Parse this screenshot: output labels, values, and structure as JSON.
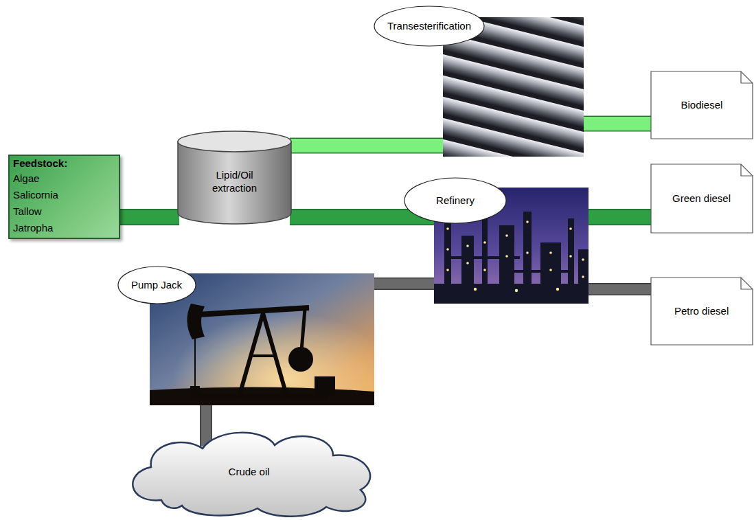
{
  "diagram": {
    "nodes": [
      {
        "text": [
          "Feedstock:",
          "Algae Salicornia Tallow Jatropha"
        ]
      },
      {
        "text": [
          "Lipid/Oil extraction"
        ]
      },
      {
        "text": [
          "Transesterification"
        ]
      },
      {
        "text": [
          "Refinery"
        ]
      },
      {
        "text": [
          "Pump Jack"
        ]
      },
      {
        "text": [
          "Crude oil"
        ]
      },
      {
        "text": [
          "Biodiesel"
        ]
      },
      {
        "text": [
          "Green diesel"
        ]
      },
      {
        "text": [
          "Petro diesel"
        ]
      }
    ],
    "edges": [
      {
        "from": 0,
        "to": 1,
        "arrow": "none"
      },
      {
        "from": 1,
        "to": 2,
        "arrow": "none"
      },
      {
        "from": 1,
        "to": 3,
        "arrow": "none"
      },
      {
        "from": 4,
        "to": 3,
        "arrow": "none"
      },
      {
        "from": 5,
        "to": 4,
        "arrow": "none"
      },
      {
        "from": 2,
        "to": 6,
        "arrow": "none"
      },
      {
        "from": 3,
        "to": 7,
        "arrow": "none"
      },
      {
        "from": 3,
        "to": 8,
        "arrow": "none"
      }
    ]
  }
}
